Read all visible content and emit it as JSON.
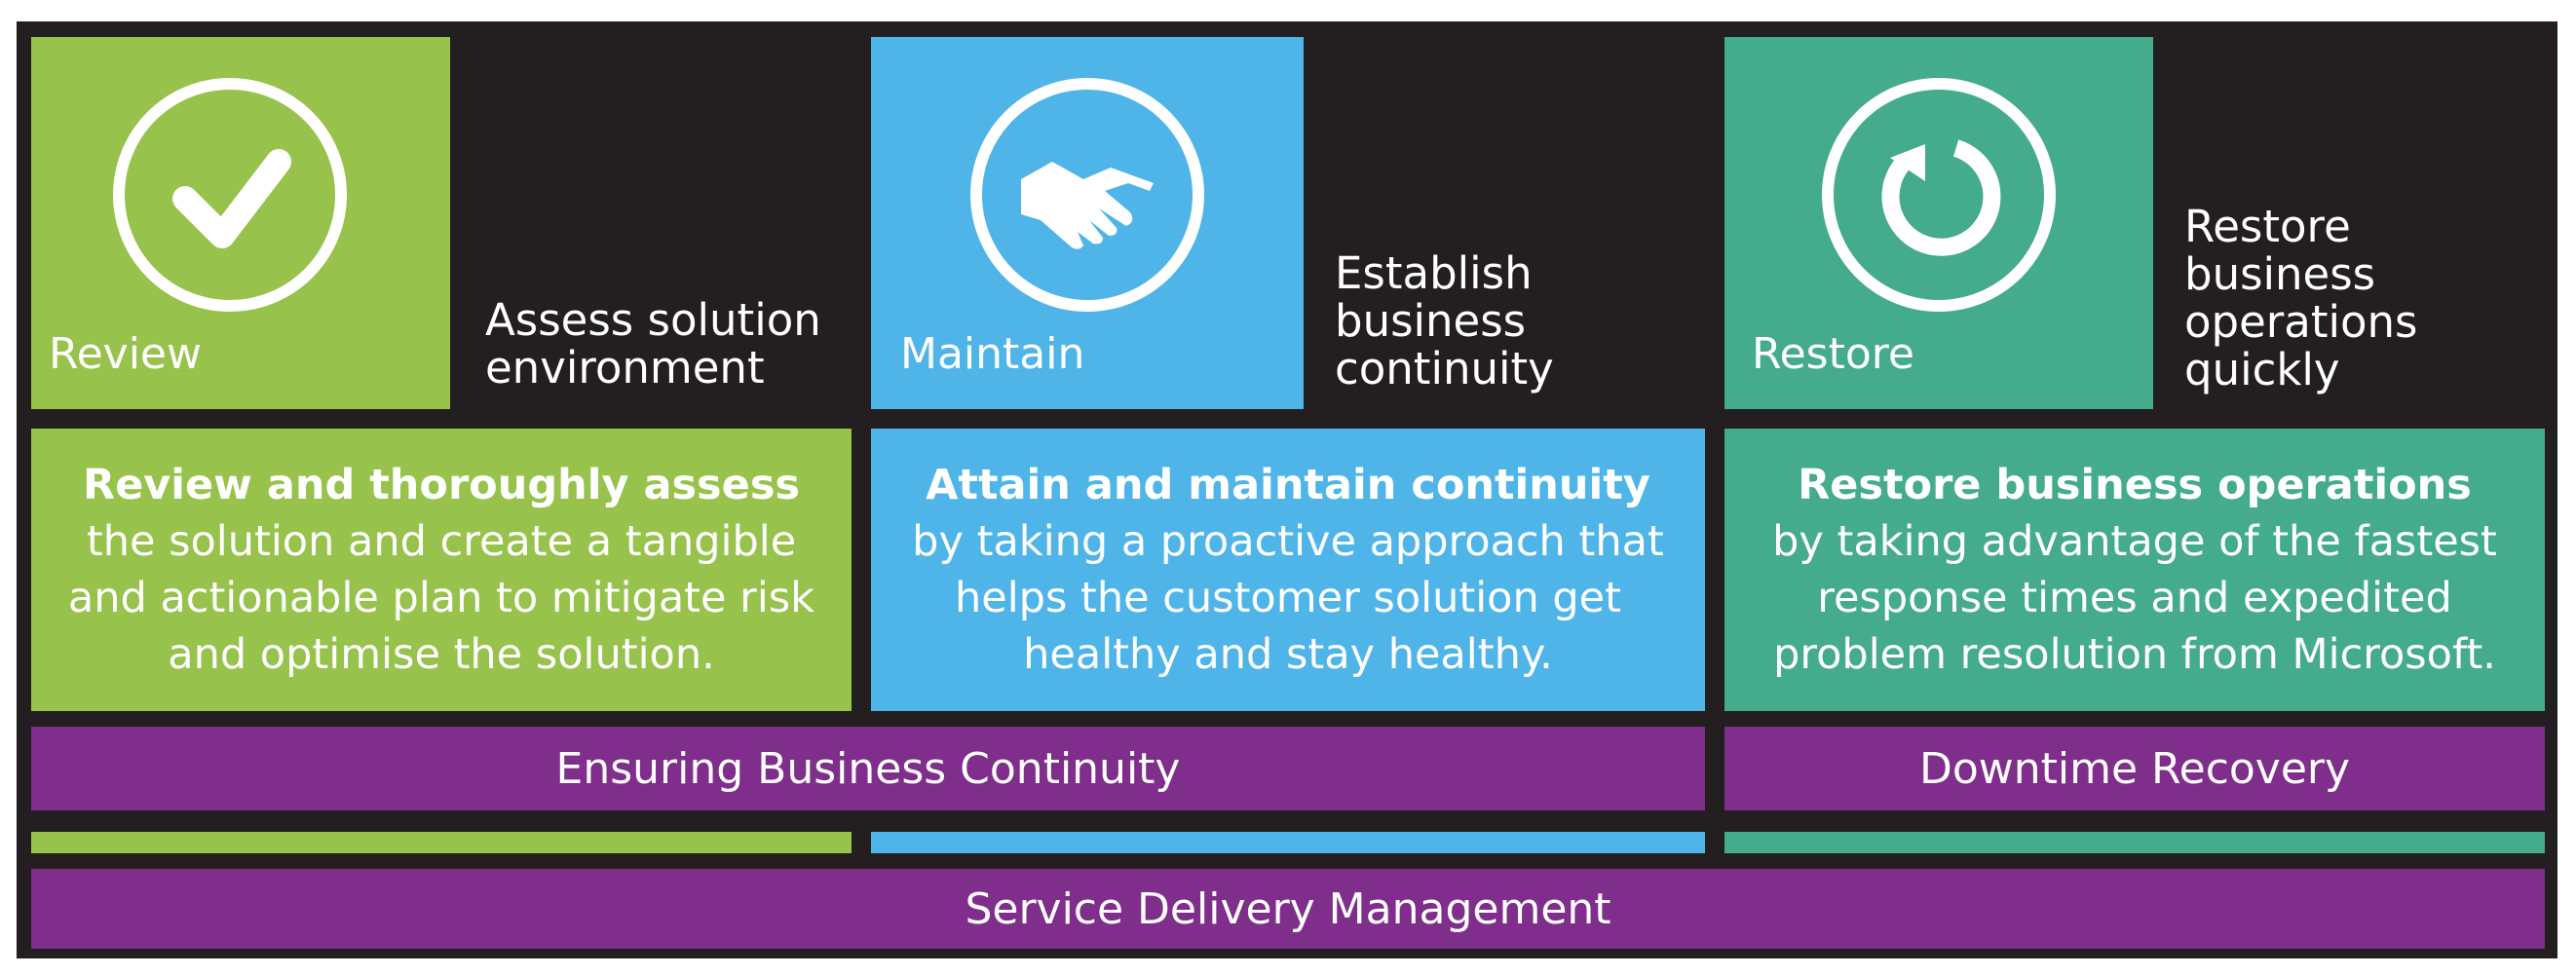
{
  "colors": {
    "green": "#97c24b",
    "blue": "#4fb5e8",
    "teal": "#44ab8c",
    "purple": "#7f2e8b",
    "background": "#231f20"
  },
  "columns": [
    {
      "tile_label": "Review",
      "icon": "checkmark-icon",
      "side_lines": [
        "Assess solution",
        "environment"
      ],
      "desc_heading": "Review and thoroughly assess",
      "desc_lines": [
        "the solution and create a tangible",
        "and actionable plan to mitigate risk",
        "and optimise the solution."
      ]
    },
    {
      "tile_label": "Maintain",
      "icon": "handshake-icon",
      "side_lines": [
        "Establish",
        "business",
        "continuity"
      ],
      "desc_heading": "Attain and maintain continuity",
      "desc_lines": [
        "by taking a proactive approach that",
        "helps the customer solution get",
        "healthy and stay healthy."
      ]
    },
    {
      "tile_label": "Restore",
      "icon": "refresh-icon",
      "side_lines": [
        "Restore",
        "business",
        "operations",
        "quickly"
      ],
      "desc_heading": "Restore business operations",
      "desc_lines": [
        "by taking advantage of the fastest",
        "response times and expedited",
        "problem resolution from Microsoft."
      ]
    }
  ],
  "bars": {
    "continuity": "Ensuring Business Continuity",
    "recovery": "Downtime Recovery",
    "sdm": "Service Delivery Management"
  }
}
